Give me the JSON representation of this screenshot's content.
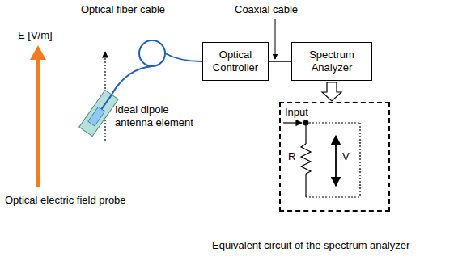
{
  "diagram": {
    "nodes": [
      {
        "text": [
          "Optical Controller"
        ]
      },
      {
        "text": [
          "Spectrum Analyzer"
        ]
      },
      {
        "text": [
          "R",
          "V"
        ]
      }
    ],
    "edges": [
      {
        "from": 0,
        "to": 1,
        "arrow": "none"
      },
      {
        "from": 1,
        "to": 2,
        "arrow": "to"
      }
    ],
    "labels": [
      "Optical fiber cable",
      "Coaxial cable",
      "E [V/m]",
      "Ideal dipole antenna element",
      "Optical electric field probe",
      "Input",
      "Equivalent circuit of the spectrum analyzer"
    ]
  }
}
